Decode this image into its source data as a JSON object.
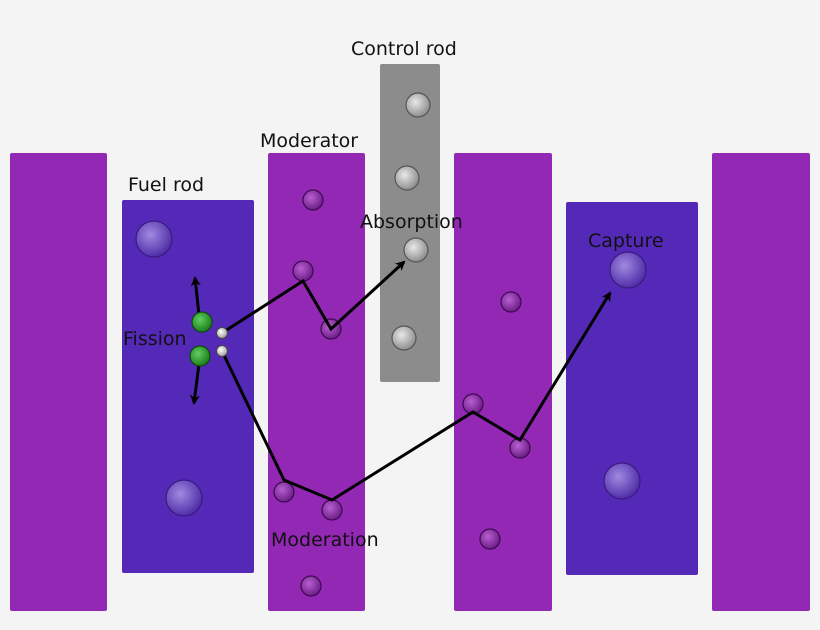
{
  "labels": {
    "control_rod": "Control rod",
    "moderator": "Moderator",
    "fuel_rod": "Fuel rod",
    "absorption": "Absorption",
    "capture": "Capture",
    "fission": "Fission",
    "moderation": "Moderation"
  },
  "colors": {
    "background": "#f4f4f4",
    "moderator": "#9328b5",
    "fuel": "#5529b8",
    "control": "#8c8c8c",
    "fission_product": "#2f9e2f",
    "neutron": "#cccccc",
    "path": "#000000"
  }
}
